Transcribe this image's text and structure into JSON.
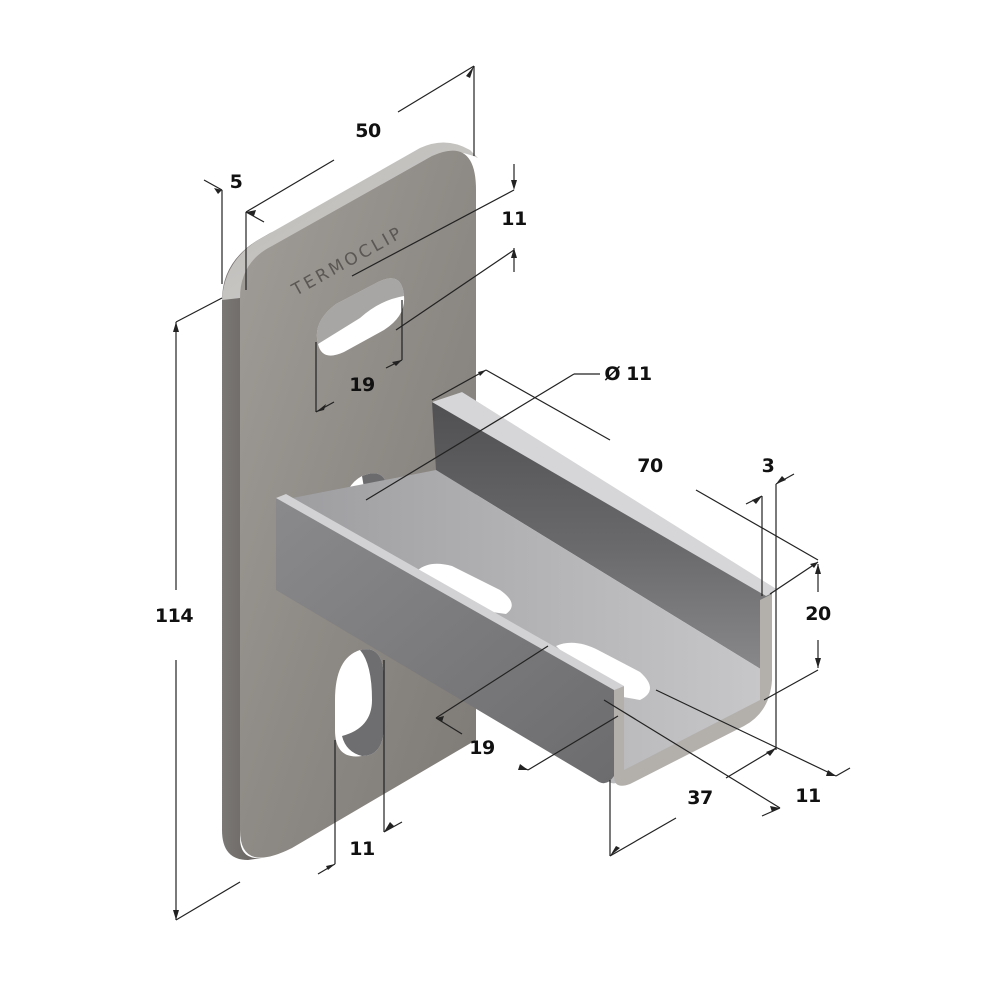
{
  "product": {
    "brand_engraving": "TERMOCLIP",
    "material_colors": {
      "plate_face": "#8e8a85",
      "plate_edge": "#6f6c68",
      "channel_dark": "#5a5a5c",
      "channel_mid": "#7c7c7e",
      "channel_light": "#b9b9bb",
      "highlight": "#d8d8da",
      "dimension_line": "#222222"
    }
  },
  "dimensions": {
    "plate_width": "50",
    "plate_thickness": "5",
    "top_slot_width": "11",
    "top_slot_length": "19",
    "hole_diameter": "Ø 11",
    "arm_length": "70",
    "channel_thickness": "3",
    "channel_height": "20",
    "plate_height": "114",
    "bottom_slot_width": "11",
    "channel_slot_length": "19",
    "channel_width": "37",
    "channel_slot_width": "11"
  }
}
